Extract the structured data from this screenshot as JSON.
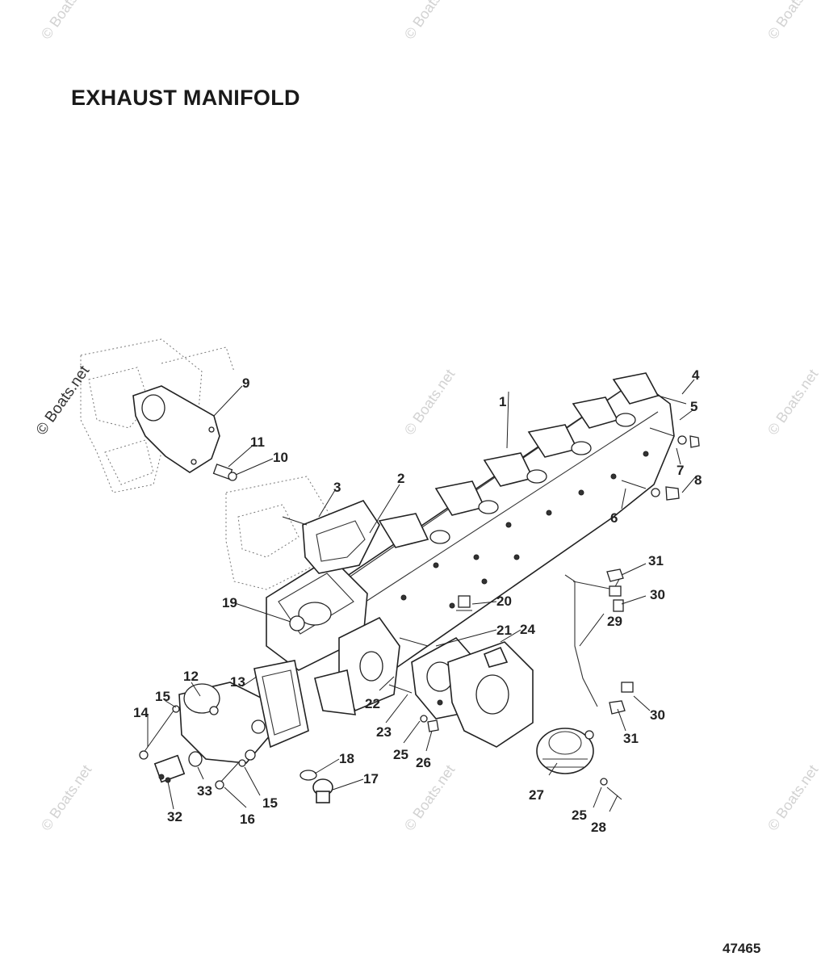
{
  "title": "EXHAUST MANIFOLD",
  "drawing_number": "47465",
  "watermark": {
    "text": "© Boats.net"
  },
  "callouts": [
    "1",
    "2",
    "3",
    "4",
    "5",
    "6",
    "7",
    "8",
    "9",
    "10",
    "11",
    "12",
    "13",
    "14",
    "15",
    "15",
    "16",
    "17",
    "18",
    "19",
    "20",
    "21",
    "22",
    "23",
    "24",
    "25",
    "25",
    "26",
    "27",
    "28",
    "29",
    "30",
    "30",
    "31",
    "31",
    "32",
    "33"
  ],
  "colors": {
    "ink": "#222222",
    "watermark": "#d2d2d2",
    "background": "#ffffff"
  }
}
